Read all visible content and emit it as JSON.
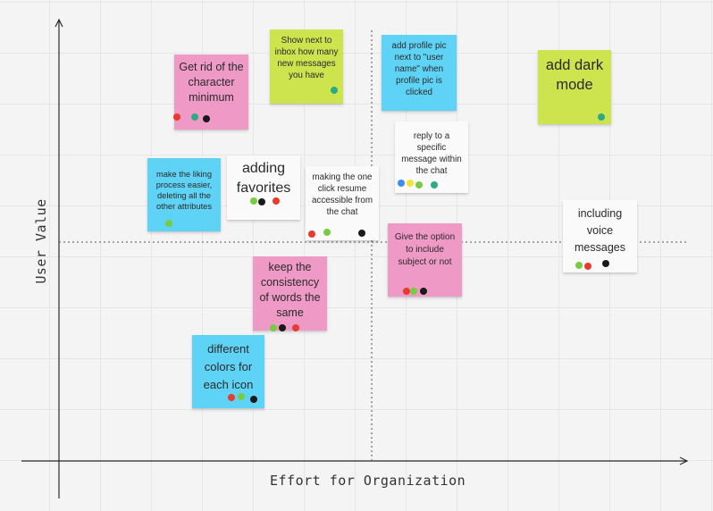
{
  "axes": {
    "x_label": "Effort for Organization",
    "y_label": "User Value"
  },
  "colors": {
    "pink": "#ef9ac6",
    "cyan": "#5fd3f5",
    "lime": "#cde44f",
    "white": "#fafafa",
    "dot_red": "#ea3a2b",
    "dot_teal": "#2ea985",
    "dot_black": "#1a1a1a",
    "dot_green": "#76cc43",
    "dot_blue": "#3d8ef0",
    "dot_yellow": "#f1e33a"
  },
  "notes": [
    {
      "id": "get-rid-of-character-minimum",
      "text": "Get rid of the character minimum",
      "color": "pink",
      "dots": [
        "red",
        "teal",
        "black"
      ]
    },
    {
      "id": "show-next-to-inbox",
      "text": "Show next to inbox how many new messages you have",
      "color": "lime",
      "dots": [
        "teal"
      ]
    },
    {
      "id": "add-profile-pic",
      "text": "add profile pic next to \"user name\" when profile pic is clicked",
      "color": "cyan",
      "dots": []
    },
    {
      "id": "add-dark-mode",
      "text": "add dark mode",
      "color": "lime",
      "dots": [
        "teal"
      ]
    },
    {
      "id": "reply-to-specific-message",
      "text": "reply to a specific message within the chat",
      "color": "white",
      "dots": [
        "blue",
        "yellow",
        "green",
        "teal"
      ]
    },
    {
      "id": "make-liking-easier",
      "text": "make the liking process easier, deleting all the other attributes",
      "color": "cyan",
      "dots": [
        "green"
      ]
    },
    {
      "id": "adding-favorites",
      "text": "adding favorites",
      "color": "white",
      "dots": [
        "green",
        "black",
        "red"
      ]
    },
    {
      "id": "one-click-resume",
      "text": "making the one click resume accessible from the chat",
      "color": "white",
      "dots": [
        "red",
        "green",
        "black"
      ]
    },
    {
      "id": "include-subject",
      "text": "Give the option to include subject or not",
      "color": "pink",
      "dots": [
        "red",
        "green",
        "black"
      ]
    },
    {
      "id": "voice-messages",
      "text": "including voice messages",
      "color": "white",
      "dots": [
        "green",
        "red",
        "black"
      ]
    },
    {
      "id": "consistency-of-words",
      "text": "keep the consistency of words the same",
      "color": "pink",
      "dots": [
        "green",
        "black",
        "red"
      ]
    },
    {
      "id": "different-colors",
      "text": "different colors for each icon",
      "color": "cyan",
      "dots": [
        "red",
        "green",
        "black"
      ]
    }
  ]
}
